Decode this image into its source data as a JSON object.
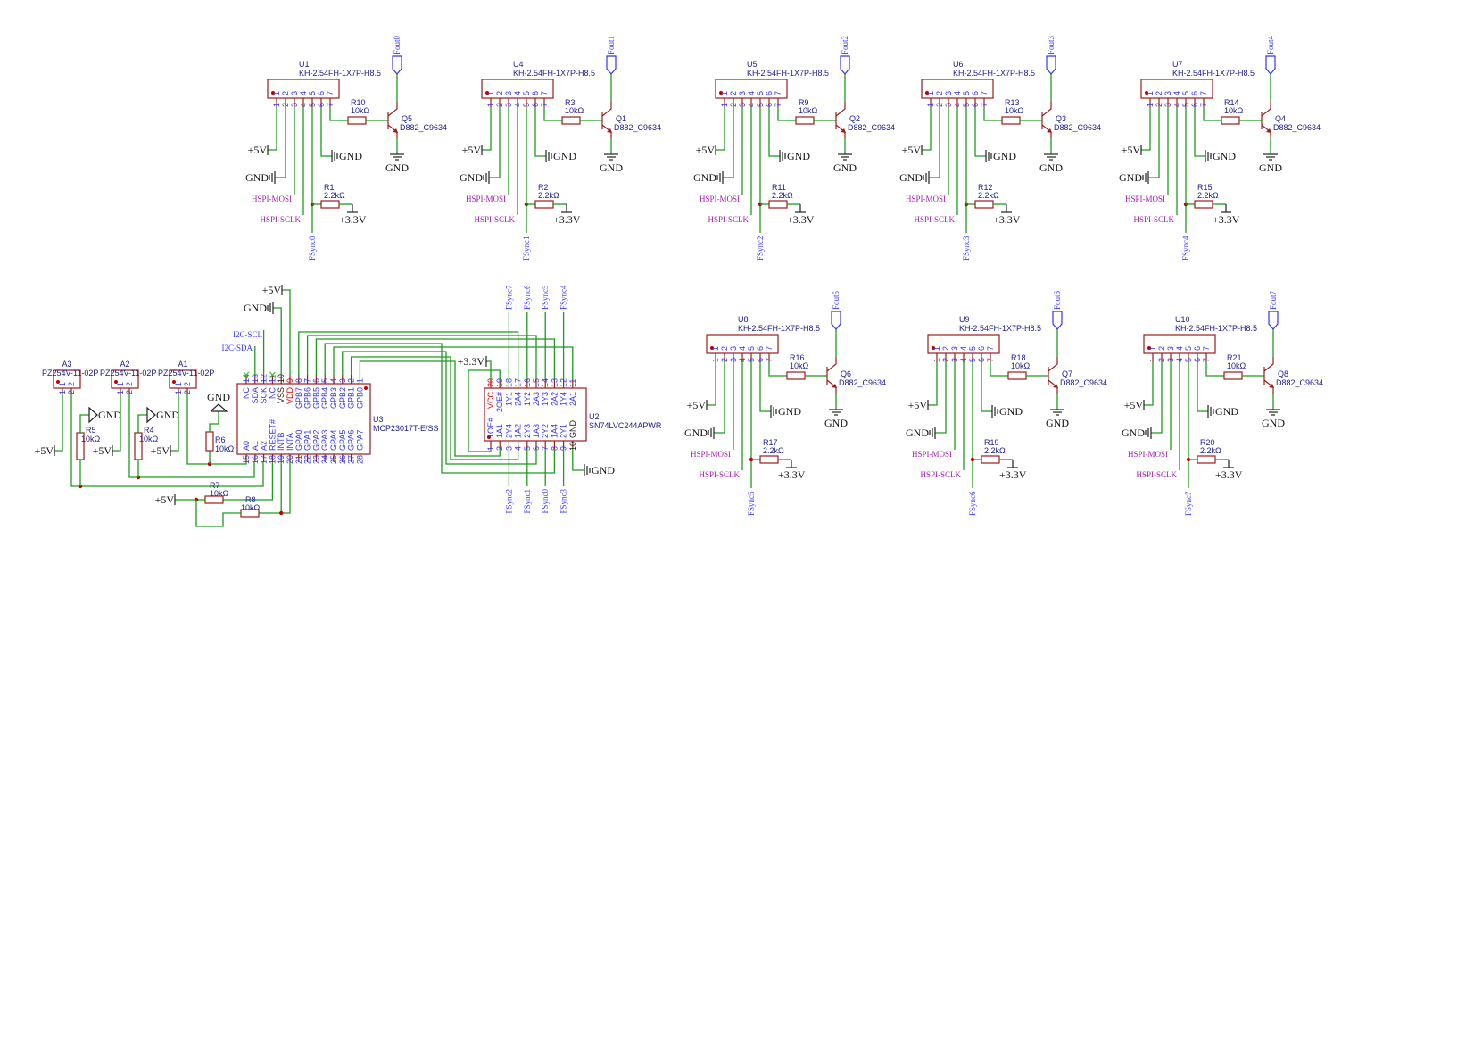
{
  "power": {
    "p5v": "+5V",
    "gnd": "GND",
    "p33": "+3.3V"
  },
  "nets": {
    "mosi": "HSPI-MOSI",
    "sclk": "HSPI-SCLK",
    "sda": "I2C-SDA",
    "scl": "I2C-SCL"
  },
  "header_pins": [
    "1",
    "2",
    "3",
    "4",
    "5",
    "6",
    "7"
  ],
  "connector_pins": [
    "1",
    "2"
  ],
  "modules": [
    {
      "ref": "U1",
      "part": "KH-2.54FH-1X7P-H8.5",
      "rb": "R10",
      "rb_val": "10kΩ",
      "rp": "R1",
      "rp_val": "2.2kΩ",
      "q": "Q5",
      "q_part": "D882_C9634",
      "fout": "Fout0",
      "fsync": "FSync0"
    },
    {
      "ref": "U4",
      "part": "KH-2.54FH-1X7P-H8.5",
      "rb": "R3",
      "rb_val": "10kΩ",
      "rp": "R2",
      "rp_val": "2.2kΩ",
      "q": "Q1",
      "q_part": "D882_C9634",
      "fout": "Fout1",
      "fsync": "FSync1"
    },
    {
      "ref": "U5",
      "part": "KH-2.54FH-1X7P-H8.5",
      "rb": "R9",
      "rb_val": "10kΩ",
      "rp": "R11",
      "rp_val": "2.2kΩ",
      "q": "Q2",
      "q_part": "D882_C9634",
      "fout": "Fout2",
      "fsync": "FSync2"
    },
    {
      "ref": "U6",
      "part": "KH-2.54FH-1X7P-H8.5",
      "rb": "R13",
      "rb_val": "10kΩ",
      "rp": "R12",
      "rp_val": "2.2kΩ",
      "q": "Q3",
      "q_part": "D882_C9634",
      "fout": "Fout3",
      "fsync": "FSync3"
    },
    {
      "ref": "U7",
      "part": "KH-2.54FH-1X7P-H8.5",
      "rb": "R14",
      "rb_val": "10kΩ",
      "rp": "R15",
      "rp_val": "2.2kΩ",
      "q": "Q4",
      "q_part": "D882_C9634",
      "fout": "Fout4",
      "fsync": "FSync4"
    },
    {
      "ref": "U8",
      "part": "KH-2.54FH-1X7P-H8.5",
      "rb": "R16",
      "rb_val": "10kΩ",
      "rp": "R17",
      "rp_val": "2.2kΩ",
      "q": "Q6",
      "q_part": "D882_C9634",
      "fout": "Fout5",
      "fsync": "FSync5"
    },
    {
      "ref": "U9",
      "part": "KH-2.54FH-1X7P-H8.5",
      "rb": "R18",
      "rb_val": "10kΩ",
      "rp": "R19",
      "rp_val": "2.2kΩ",
      "q": "Q7",
      "q_part": "D882_C9634",
      "fout": "Fout6",
      "fsync": "FSync6"
    },
    {
      "ref": "U10",
      "part": "KH-2.54FH-1X7P-H8.5",
      "rb": "R21",
      "rb_val": "10kΩ",
      "rp": "R20",
      "rp_val": "2.2kΩ",
      "q": "Q8",
      "q_part": "D882_C9634",
      "fout": "Fout7",
      "fsync": "FSync7"
    }
  ],
  "address_jumpers": [
    {
      "ref": "A3",
      "part": "PZ254V-11-02P",
      "r": "R5",
      "r_val": "10kΩ"
    },
    {
      "ref": "A2",
      "part": "PZ254V-11-02P",
      "r": "R4",
      "r_val": "10kΩ"
    },
    {
      "ref": "A1",
      "part": "PZ254V-11-02P",
      "r": "R6",
      "r_val": "10kΩ"
    }
  ],
  "reset_resistors": [
    {
      "ref": "R7",
      "val": "10kΩ"
    },
    {
      "ref": "R8",
      "val": "10kΩ"
    }
  ],
  "u3": {
    "ref": "U3",
    "part": "MCP23017T-E/SS",
    "top_pins": [
      {
        "n": "14",
        "l": "NC"
      },
      {
        "n": "13",
        "l": "SDA"
      },
      {
        "n": "12",
        "l": "SCK"
      },
      {
        "n": "11",
        "l": "NC"
      },
      {
        "n": "10",
        "l": "VSS"
      },
      {
        "n": "9",
        "l": "VDD"
      },
      {
        "n": "8",
        "l": "GPB7"
      },
      {
        "n": "7",
        "l": "GPB6"
      },
      {
        "n": "6",
        "l": "GPB5"
      },
      {
        "n": "5",
        "l": "GPB4"
      },
      {
        "n": "4",
        "l": "GPB3"
      },
      {
        "n": "3",
        "l": "GPB2"
      },
      {
        "n": "2",
        "l": "GPB1"
      },
      {
        "n": "1",
        "l": "GPB0"
      }
    ],
    "bottom_pins": [
      {
        "n": "15",
        "l": "A0"
      },
      {
        "n": "16",
        "l": "A1"
      },
      {
        "n": "17",
        "l": "A2"
      },
      {
        "n": "18",
        "l": "RESET#"
      },
      {
        "n": "19",
        "l": "INTB"
      },
      {
        "n": "20",
        "l": "INTA"
      },
      {
        "n": "21",
        "l": "GPA0"
      },
      {
        "n": "22",
        "l": "GPA1"
      },
      {
        "n": "23",
        "l": "GPA2"
      },
      {
        "n": "24",
        "l": "GPA3"
      },
      {
        "n": "25",
        "l": "GPA4"
      },
      {
        "n": "26",
        "l": "GPA5"
      },
      {
        "n": "27",
        "l": "GPA6"
      },
      {
        "n": "28",
        "l": "GPA7"
      }
    ]
  },
  "u2": {
    "ref": "U2",
    "part": "SN74LVC244APWR",
    "top_pins": [
      {
        "n": "20",
        "l": "VCC"
      },
      {
        "n": "19",
        "l": "2OE#"
      },
      {
        "n": "18",
        "l": "1Y1"
      },
      {
        "n": "17",
        "l": "2A4"
      },
      {
        "n": "16",
        "l": "1Y2"
      },
      {
        "n": "15",
        "l": "2A3"
      },
      {
        "n": "14",
        "l": "1Y3"
      },
      {
        "n": "13",
        "l": "2A2"
      },
      {
        "n": "12",
        "l": "1Y4"
      },
      {
        "n": "11",
        "l": "2A1"
      }
    ],
    "bottom_pins": [
      {
        "n": "1",
        "l": "1OE#"
      },
      {
        "n": "2",
        "l": "1A1"
      },
      {
        "n": "3",
        "l": "2Y4"
      },
      {
        "n": "4",
        "l": "1A2"
      },
      {
        "n": "5",
        "l": "2Y3"
      },
      {
        "n": "6",
        "l": "1A3"
      },
      {
        "n": "7",
        "l": "2Y2"
      },
      {
        "n": "8",
        "l": "1A4"
      },
      {
        "n": "9",
        "l": "2Y1"
      },
      {
        "n": "10",
        "l": "GND"
      }
    ],
    "top_nets": {
      "p18": "FSync7",
      "p16": "FSync6",
      "p14": "FSync5",
      "p12": "FSync4"
    },
    "bottom_nets": {
      "p3": "FSync2",
      "p5": "FSync1",
      "p7": "FSync0",
      "p9": "FSync3"
    }
  }
}
